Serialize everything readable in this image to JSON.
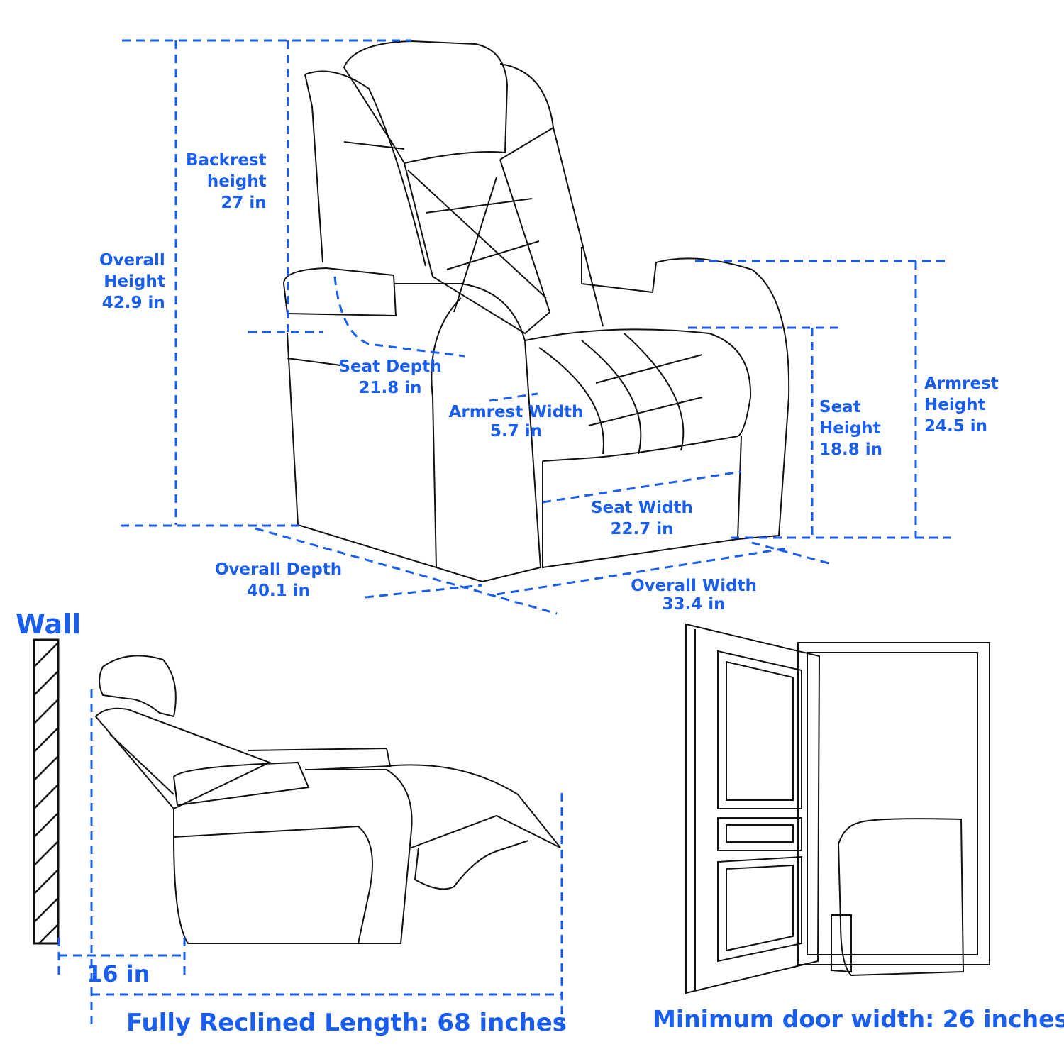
{
  "colors": {
    "accent": "#1a5ef0",
    "line": "#111111"
  },
  "dimensions": {
    "backrest_height": {
      "line1": "Backrest",
      "line2": "height",
      "value": "27 in"
    },
    "overall_height": {
      "line1": "Overall",
      "line2": "Height",
      "value": "42.9 in"
    },
    "seat_depth": {
      "label": "Seat Depth",
      "value": "21.8 in"
    },
    "armrest_width": {
      "label": "Armrest Width",
      "value": "5.7 in"
    },
    "seat_height": {
      "line1": "Seat",
      "line2": "Height",
      "value": "18.8 in"
    },
    "armrest_height": {
      "line1": "Armrest",
      "line2": "Height",
      "value": "24.5 in"
    },
    "seat_width": {
      "label": "Seat Width",
      "value": "22.7 in"
    },
    "overall_depth": {
      "label": "Overall Depth",
      "value": "40.1 in"
    },
    "overall_width": {
      "label": "Overall Width",
      "value": "33.4 in"
    }
  },
  "recline": {
    "wall_label": "Wall",
    "wall_clearance": "16 in",
    "caption": "Fully Reclined Length: 68 inches"
  },
  "door": {
    "caption": "Minimum door width: 26 inches"
  }
}
